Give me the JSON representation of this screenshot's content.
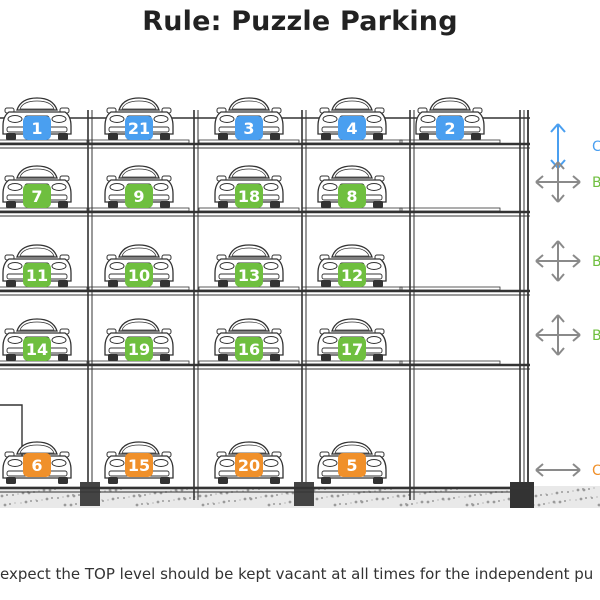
{
  "title": "Rule: Puzzle Parking",
  "caption": "expect the TOP level should be kept vacant at all times for the independent pu",
  "colors": {
    "top": "#4a9ff0",
    "middle": "#6fbf3f",
    "ground": "#f0902a",
    "structure": "#333333",
    "arrow_gray": "#8a8a8a"
  },
  "levels": [
    {
      "name": "top",
      "color_key": "top",
      "numbers": [
        "1",
        "21",
        "3",
        "4",
        "2"
      ],
      "side_label": "C",
      "arrow": "vertical"
    },
    {
      "name": "level-2",
      "color_key": "middle",
      "numbers": [
        "7",
        "9",
        "18",
        "8"
      ],
      "side_label": "B",
      "arrow": "four-way"
    },
    {
      "name": "level-3",
      "color_key": "middle",
      "numbers": [
        "11",
        "10",
        "13",
        "12"
      ],
      "side_label": "B",
      "arrow": "four-way"
    },
    {
      "name": "level-4",
      "color_key": "middle",
      "numbers": [
        "14",
        "19",
        "16",
        "17"
      ],
      "side_label": "B",
      "arrow": "four-way"
    },
    {
      "name": "ground",
      "color_key": "ground",
      "numbers": [
        "6",
        "15",
        "20",
        "5"
      ],
      "side_label": "C",
      "arrow": "horizontal"
    }
  ]
}
